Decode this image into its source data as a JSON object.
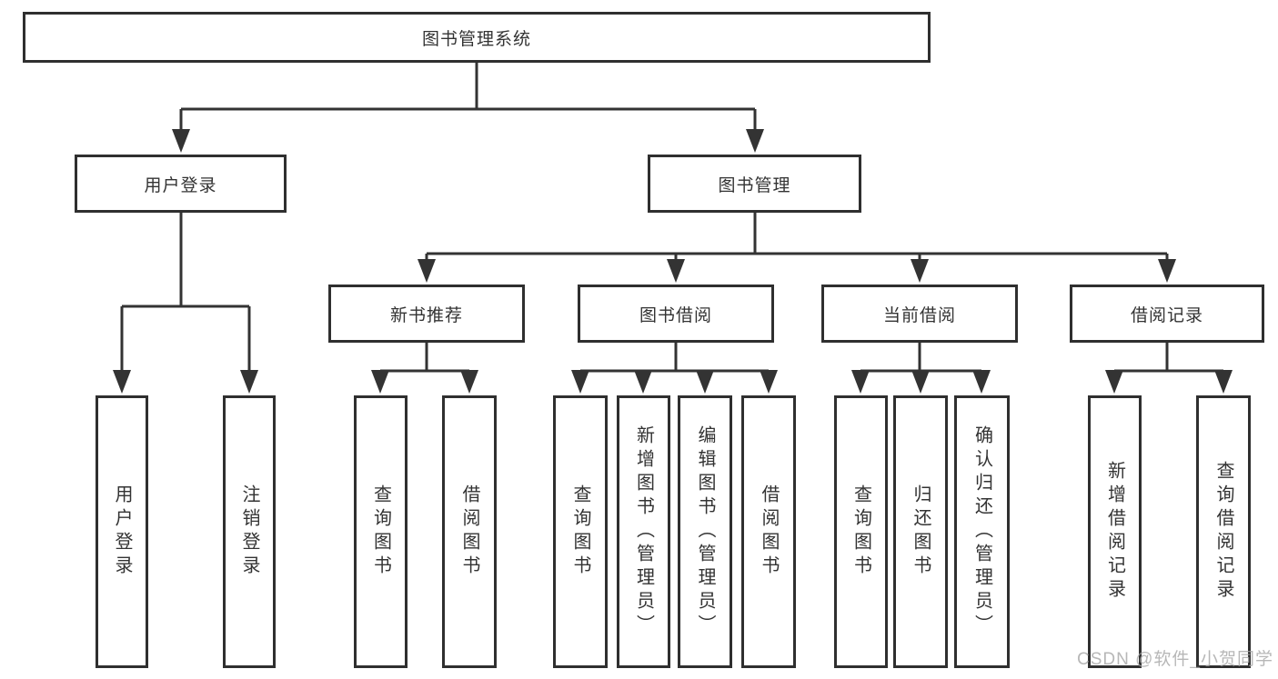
{
  "diagram": {
    "root": {
      "label": "图书管理系统"
    },
    "level2": [
      {
        "label": "用户登录"
      },
      {
        "label": "图书管理"
      }
    ],
    "level3": [
      {
        "label": "新书推荐",
        "parent": "图书管理"
      },
      {
        "label": "图书借阅",
        "parent": "图书管理"
      },
      {
        "label": "当前借阅",
        "parent": "图书管理"
      },
      {
        "label": "借阅记录",
        "parent": "图书管理"
      }
    ],
    "leaves": [
      {
        "label": "用户登录",
        "parent": "用户登录"
      },
      {
        "label": "注销登录",
        "parent": "用户登录"
      },
      {
        "label": "查询图书",
        "parent": "新书推荐"
      },
      {
        "label": "借阅图书",
        "parent": "新书推荐"
      },
      {
        "label": "查询图书",
        "parent": "图书借阅"
      },
      {
        "label": "新增图书（管理员）",
        "parent": "图书借阅"
      },
      {
        "label": "编辑图书（管理员）",
        "parent": "图书借阅"
      },
      {
        "label": "借阅图书",
        "parent": "图书借阅"
      },
      {
        "label": "查询图书",
        "parent": "当前借阅"
      },
      {
        "label": "归还图书",
        "parent": "当前借阅"
      },
      {
        "label": "确认归还（管理员）",
        "parent": "当前借阅"
      },
      {
        "label": "新增借阅记录",
        "parent": "借阅记录"
      },
      {
        "label": "查询借阅记录",
        "parent": "借阅记录"
      }
    ]
  },
  "watermark": {
    "text": "CSDN @软件_小贺同学"
  },
  "colors": {
    "line": "#333333",
    "box_border": "#2f2f2f",
    "box_bg": "#ffffff",
    "text": "#333333",
    "watermark": "#a6a6a6"
  }
}
